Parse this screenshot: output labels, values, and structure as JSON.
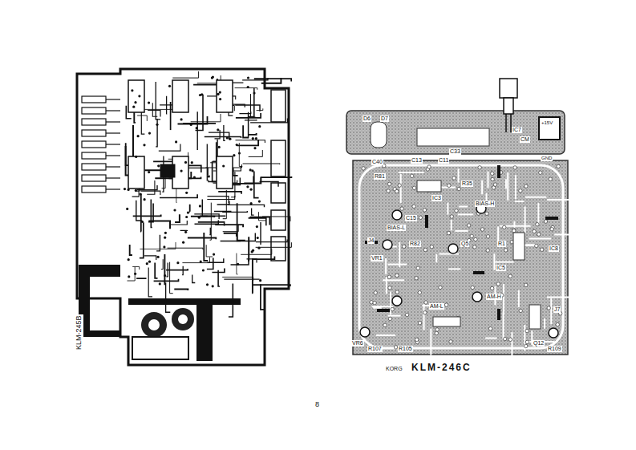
{
  "diagram": {
    "labels": [
      "D6",
      "D7",
      "IC7",
      "CM",
      "+15V",
      "GND",
      "C33",
      "C40",
      "C11",
      "C13",
      "R81",
      "IC3",
      "BIAS-H",
      "BIAS-L",
      "VR1",
      "C15",
      "R35",
      "R82",
      "IC5",
      "Q5",
      "AM-H",
      "AM-L",
      "IC8",
      "R1",
      "VR6",
      "R107",
      "R105",
      "Q12",
      "R109",
      "J4",
      "J7",
      "KORG",
      "KLM-246C",
      "KLM-245B",
      "8"
    ]
  }
}
